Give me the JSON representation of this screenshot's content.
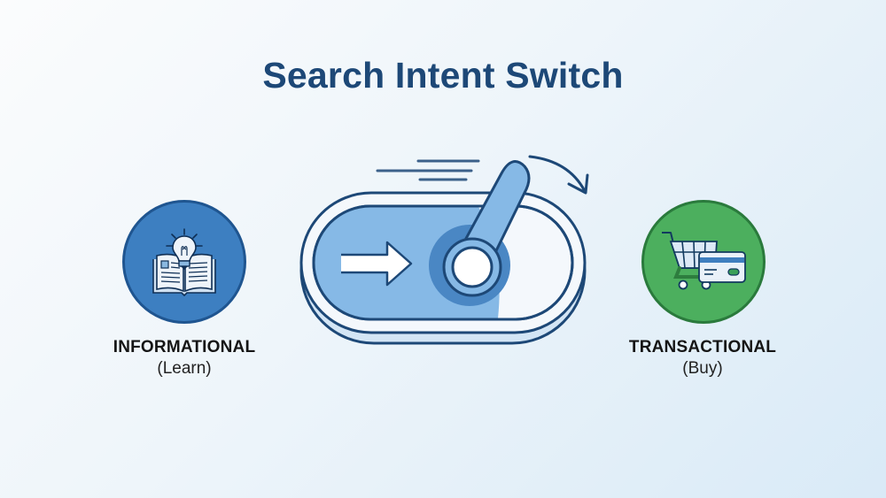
{
  "title": "Search Intent Switch",
  "left": {
    "icon": "book-lightbulb-icon",
    "label": "INFORMATIONAL",
    "sublabel": "(Learn)",
    "color": "#3d7fc1"
  },
  "right": {
    "icon": "cart-credit-card-icon",
    "label": "TRANSACTIONAL",
    "sublabel": "(Buy)",
    "color": "#4caf5e"
  },
  "switch": {
    "icon": "toggle-switch-icon",
    "state": "flipping-to-right",
    "accent": "#7fb6e6",
    "outline": "#1d4877"
  }
}
